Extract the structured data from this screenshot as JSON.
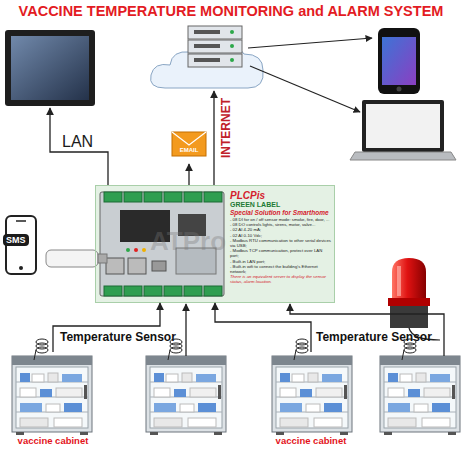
{
  "diagram": {
    "title": "VACCINE TEMPERATURE MONITORING and ALARM SYSTEM",
    "nodes": [
      {
        "text": [
          "PLCPis",
          "GREEN LABEL",
          "Special Solution for Smarthome",
          "- 08 DI for on / off sensor mode: smoke, fire, door, ...",
          "- 08 DO controls lights, sirens, motor, valve...",
          "- 02 AI 4-20 mA;",
          "- 02 AI 0-10 Vdc;",
          "- Modbus RTU communication to other serial devices via USB;",
          "- Modbus TCP communication, protect over LAN port;",
          "- Built-in LAN port;",
          "- Built-in wifi to connect the building's Ethernet network;",
          "There is an equivalent server to display the sensor status, alarm location."
        ]
      },
      {
        "text": [
          "SMS"
        ]
      },
      {
        "text": [
          "EMAIL"
        ]
      },
      {
        "text": [
          "vaccine cabinet"
        ]
      },
      {
        "text": [
          "vaccine cabinet"
        ]
      }
    ],
    "edges": [
      {
        "from": 0,
        "to": 2,
        "arrow": "to"
      },
      {
        "from": 3,
        "to": 0,
        "arrow": "to"
      },
      {
        "from": 4,
        "to": 0,
        "arrow": "to"
      }
    ],
    "labels": [
      "LAN",
      "INTERNET",
      "ATPro",
      "Temperature Sensor",
      "Temperature Sensor"
    ]
  }
}
